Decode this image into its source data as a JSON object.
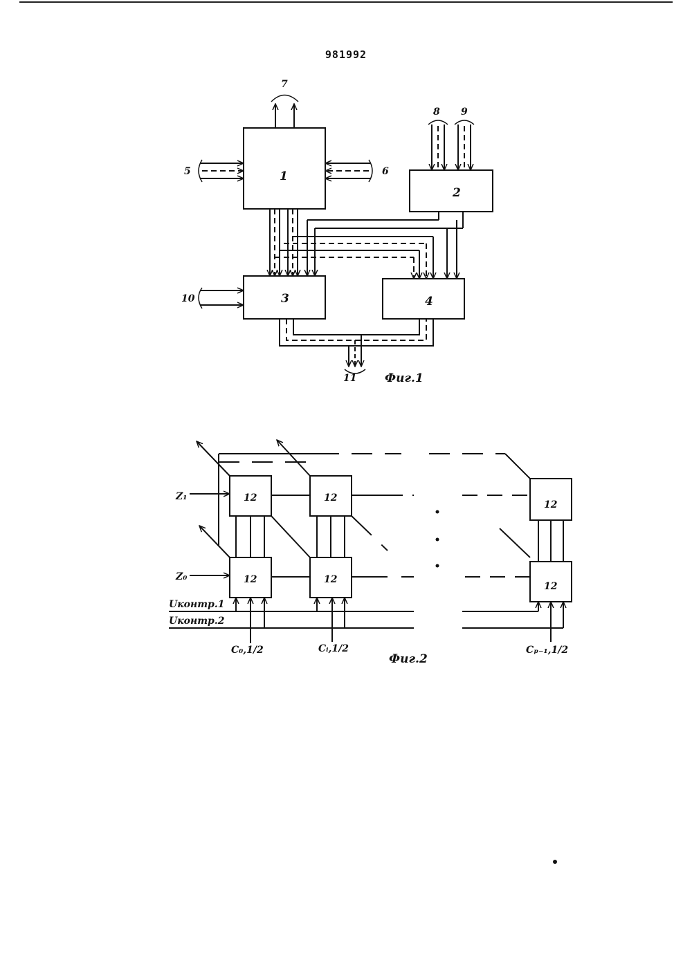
{
  "page": {
    "patent_number": "981992",
    "fig1_caption": "Фиг.1",
    "fig2_caption": "Фиг.2"
  },
  "fig1": {
    "blocks": [
      {
        "id": "1",
        "label": "1"
      },
      {
        "id": "2",
        "label": "2"
      },
      {
        "id": "3",
        "label": "3"
      },
      {
        "id": "4",
        "label": "4"
      }
    ],
    "buses": {
      "b5": "5",
      "b6": "6",
      "b7": "7",
      "b8": "8",
      "b9": "9",
      "b10": "10",
      "b11": "11"
    }
  },
  "fig2": {
    "cell_label": "12",
    "inputs": {
      "z1": "Z₁",
      "z0": "Z₀",
      "u1": "Uконтр.1",
      "u2": "Uконтр.2"
    },
    "columns": {
      "c0": "C₀,1/2",
      "ci": "Cᵢ,1/2",
      "cp": "Cₚ₋₁,1/2"
    }
  }
}
